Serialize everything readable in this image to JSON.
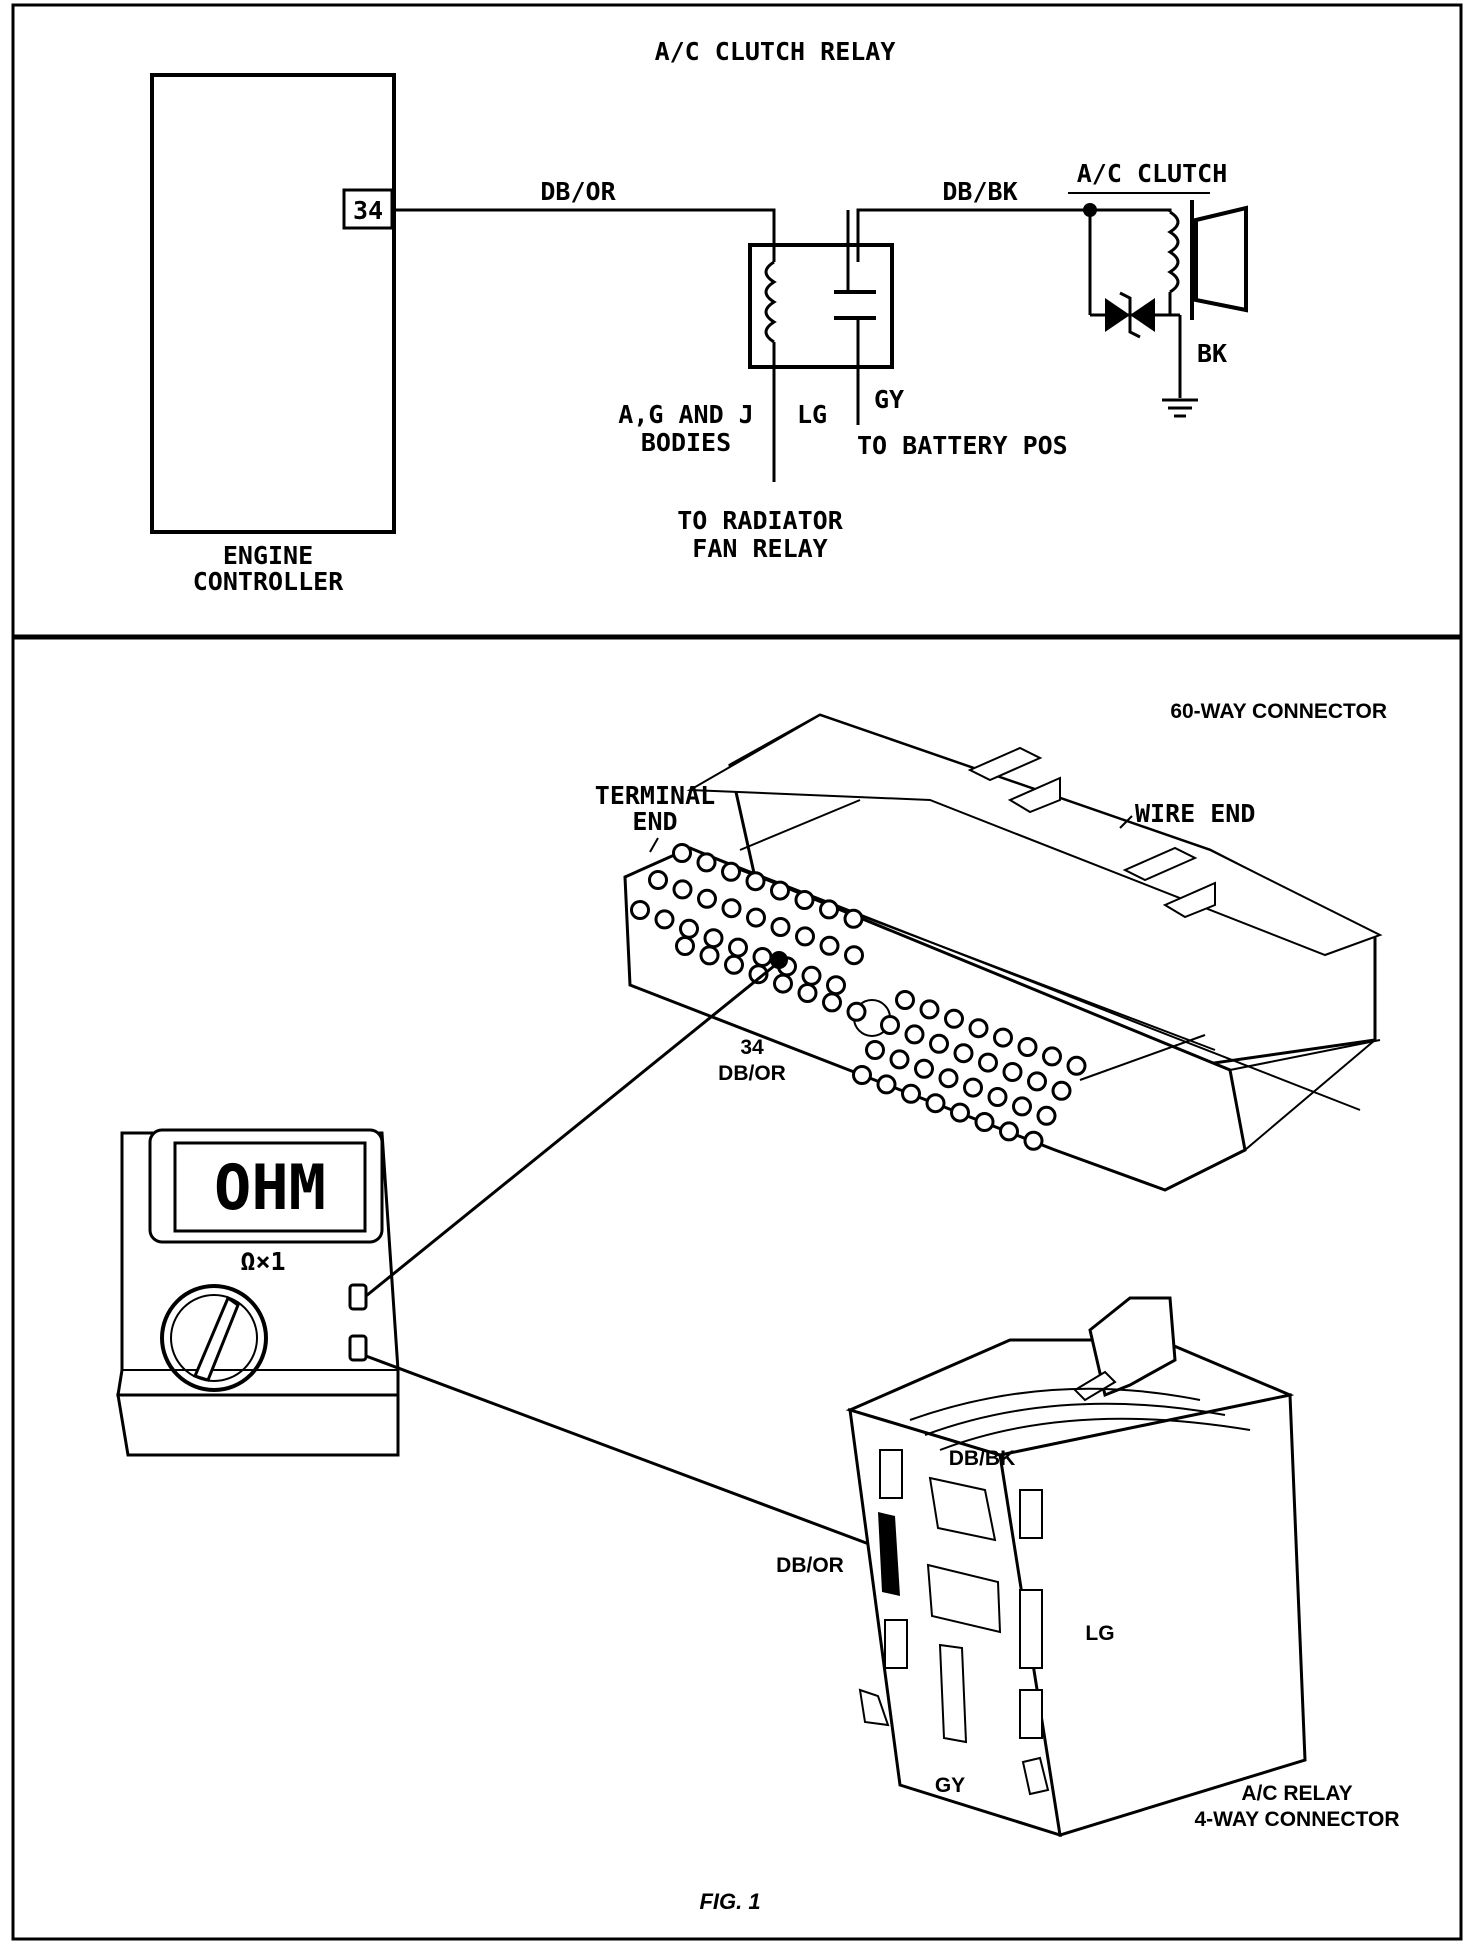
{
  "wiring_diagram": {
    "title": "A/C CLUTCH RELAY",
    "engine_controller_label": [
      "ENGINE",
      "CONTROLLER"
    ],
    "controller_pin": "34",
    "wire_controller_to_relay": "DB/OR",
    "wire_relay_to_clutch": "DB/BK",
    "clutch_label": "A/C CLUTCH",
    "clutch_ground_wire": "BK",
    "relay_lg_wire": "LG",
    "relay_gy_wire": "GY",
    "bodies_note": [
      "A,G AND J",
      "BODIES"
    ],
    "to_battery": "TO BATTERY POS",
    "to_fan_relay": [
      "TO RADIATOR",
      "FAN RELAY"
    ]
  },
  "test_illustration": {
    "connector_60_title": "60-WAY CONNECTOR",
    "terminal_end_label": [
      "TERMINAL",
      "END"
    ],
    "wire_end_label": "WIRE END",
    "pin_callout": [
      "34",
      "DB/OR"
    ],
    "meter_display": "OHM",
    "meter_range": "Ω×1",
    "relay_wire_db_bk": "DB/BK",
    "relay_wire_db_or": "DB/OR",
    "relay_wire_lg": "LG",
    "relay_wire_gy": "GY",
    "relay_connector_title": [
      "A/C RELAY",
      "4-WAY CONNECTOR"
    ],
    "figure_caption": "FIG. 1"
  }
}
